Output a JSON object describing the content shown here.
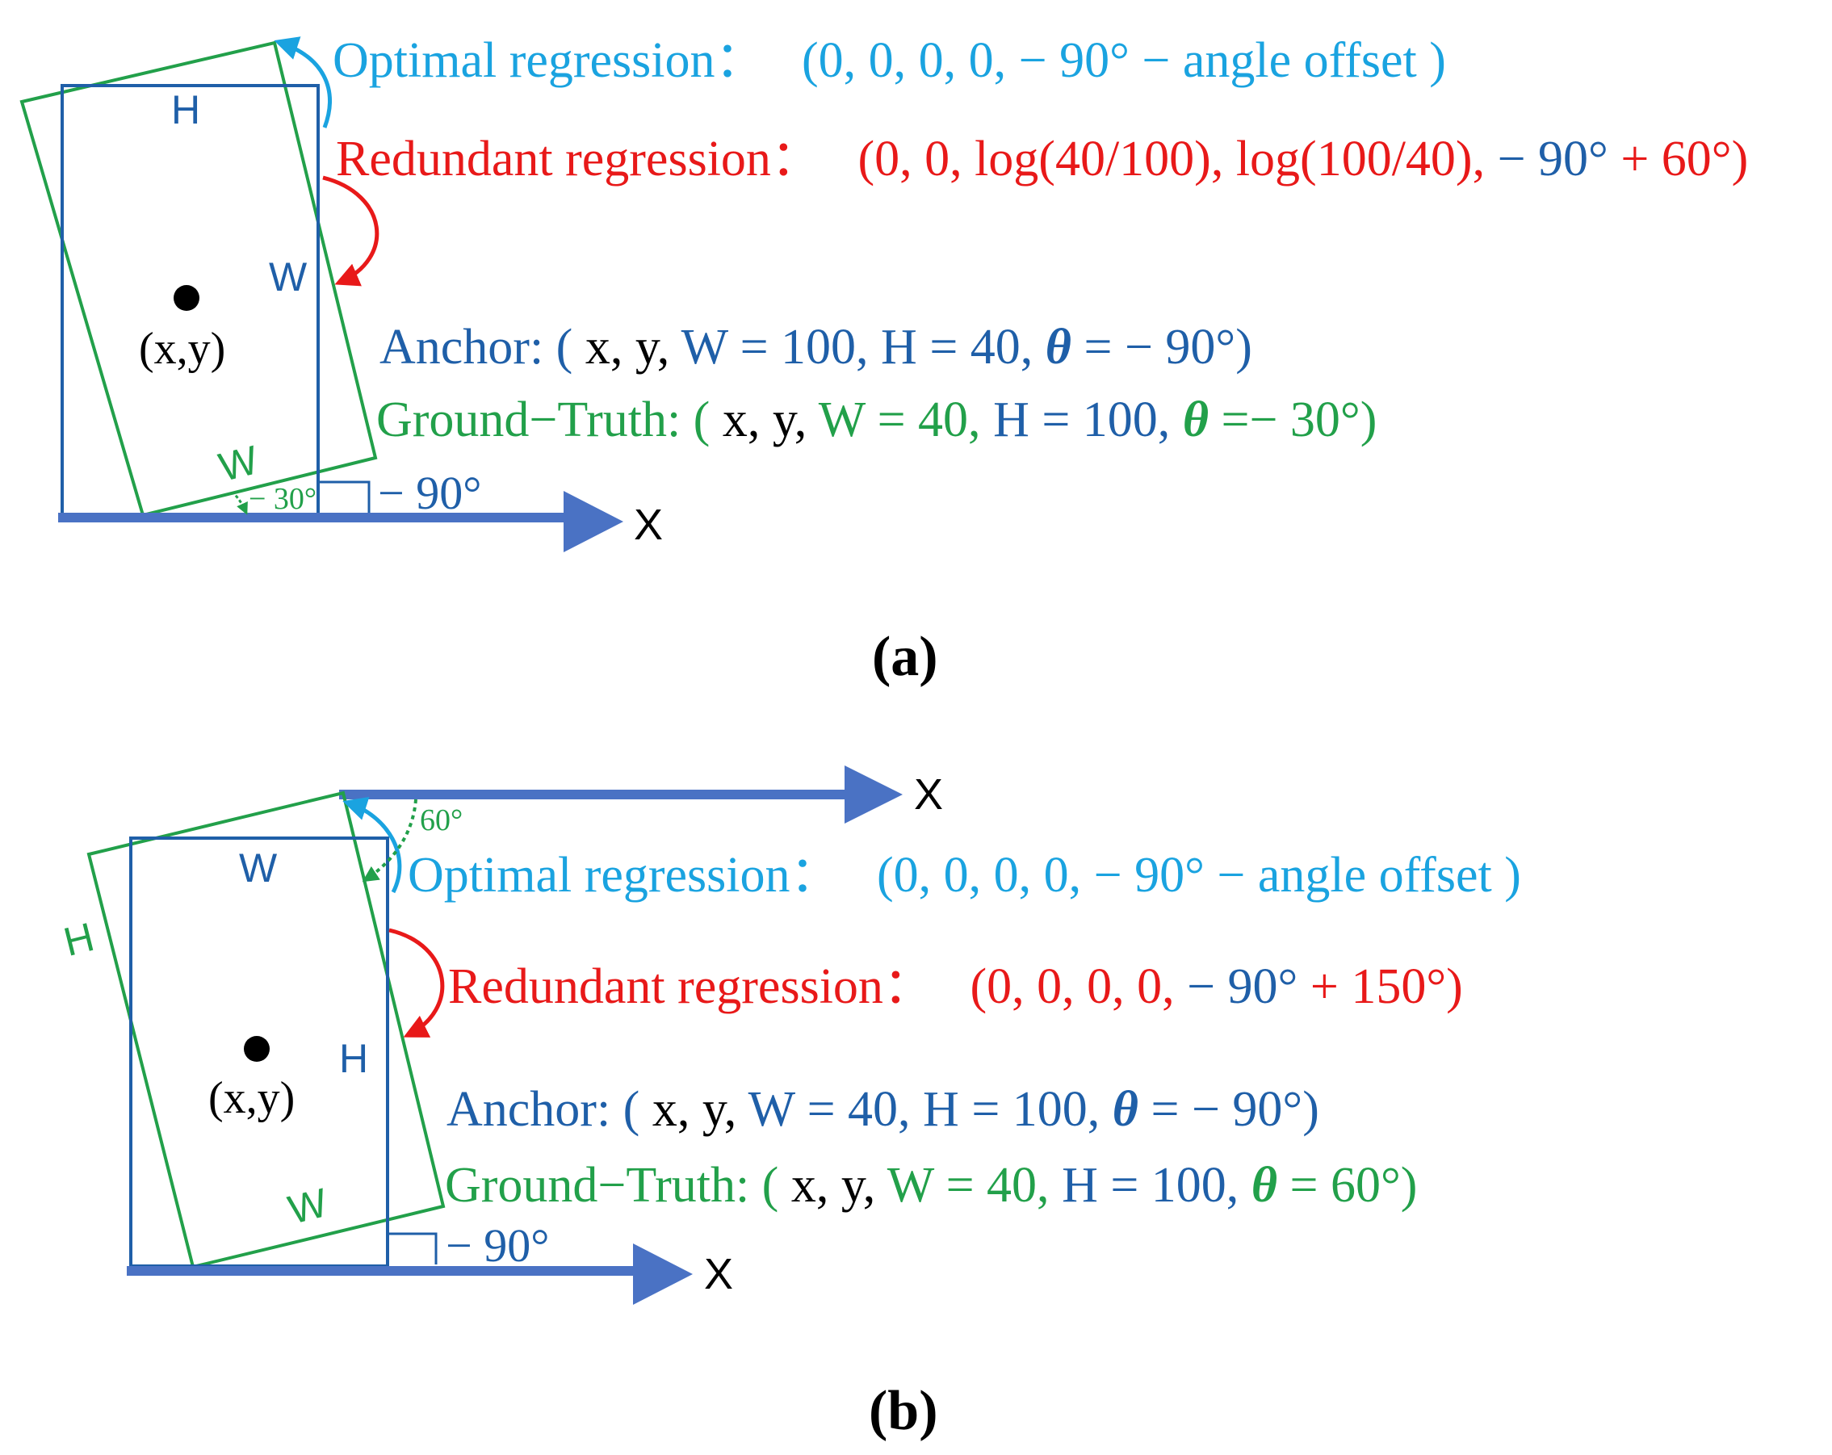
{
  "colors": {
    "anchor": "#1f5fa8",
    "ground_truth": "#22a04a",
    "optimal": "#1aa3e0",
    "redundant": "#e81919",
    "axis": "#4a72c4",
    "point": "#000000"
  },
  "panel_a": {
    "caption": "(a)",
    "axis_label": "X",
    "point_label": "(x,y)",
    "anchor_H": "H",
    "anchor_W": "W",
    "gt_W": "W",
    "gt_angle": "− 30°",
    "anchor_angle": "− 90°",
    "optimal": {
      "label": "Optimal regression：",
      "value": "(0, 0, 0, 0, − 90° − angle offset )"
    },
    "redundant": {
      "label": "Redundant regression：",
      "value_red": "(0, 0, log(40/100), log(100/40), ",
      "value_blue": "− 90°",
      "value_red2": "+ 60°)"
    },
    "anchor_line": {
      "prefix": "Anchor: (",
      "xy": "x, y, ",
      "w": "W = 100, ",
      "h": "H = 40, ",
      "theta": "θ",
      "theta_val": " = − 90°)"
    },
    "gt_line": {
      "prefix": "Ground−Truth: (",
      "xy": "x, y, ",
      "w": "W = 40, ",
      "h": "H = 100, ",
      "theta": "θ",
      "theta_val": " =− 30°)"
    }
  },
  "panel_b": {
    "caption": "(b)",
    "axis_label_top": "X",
    "axis_label_bottom": "X",
    "point_label": "(x,y)",
    "anchor_W": "W",
    "anchor_H": "H",
    "gt_H": "H",
    "gt_W": "W",
    "gt_angle": "60°",
    "anchor_angle": "− 90°",
    "optimal": {
      "label": "Optimal regression：",
      "value": "(0, 0, 0, 0, − 90° − angle offset )"
    },
    "redundant": {
      "label": "Redundant regression：",
      "value_red": "(0, 0, 0, 0, ",
      "value_blue": "− 90°",
      "value_red2": " + 150°)"
    },
    "anchor_line": {
      "prefix": "Anchor: (",
      "xy": "x, y, ",
      "w": "W = 40, ",
      "h": "H = 100, ",
      "theta": "θ",
      "theta_val": " = − 90°)"
    },
    "gt_line": {
      "prefix": "Ground−Truth: (",
      "xy": "x, y, ",
      "w": "W = 40, ",
      "h": "H = 100, ",
      "theta": "θ",
      "theta_val": " = 60°)"
    }
  }
}
